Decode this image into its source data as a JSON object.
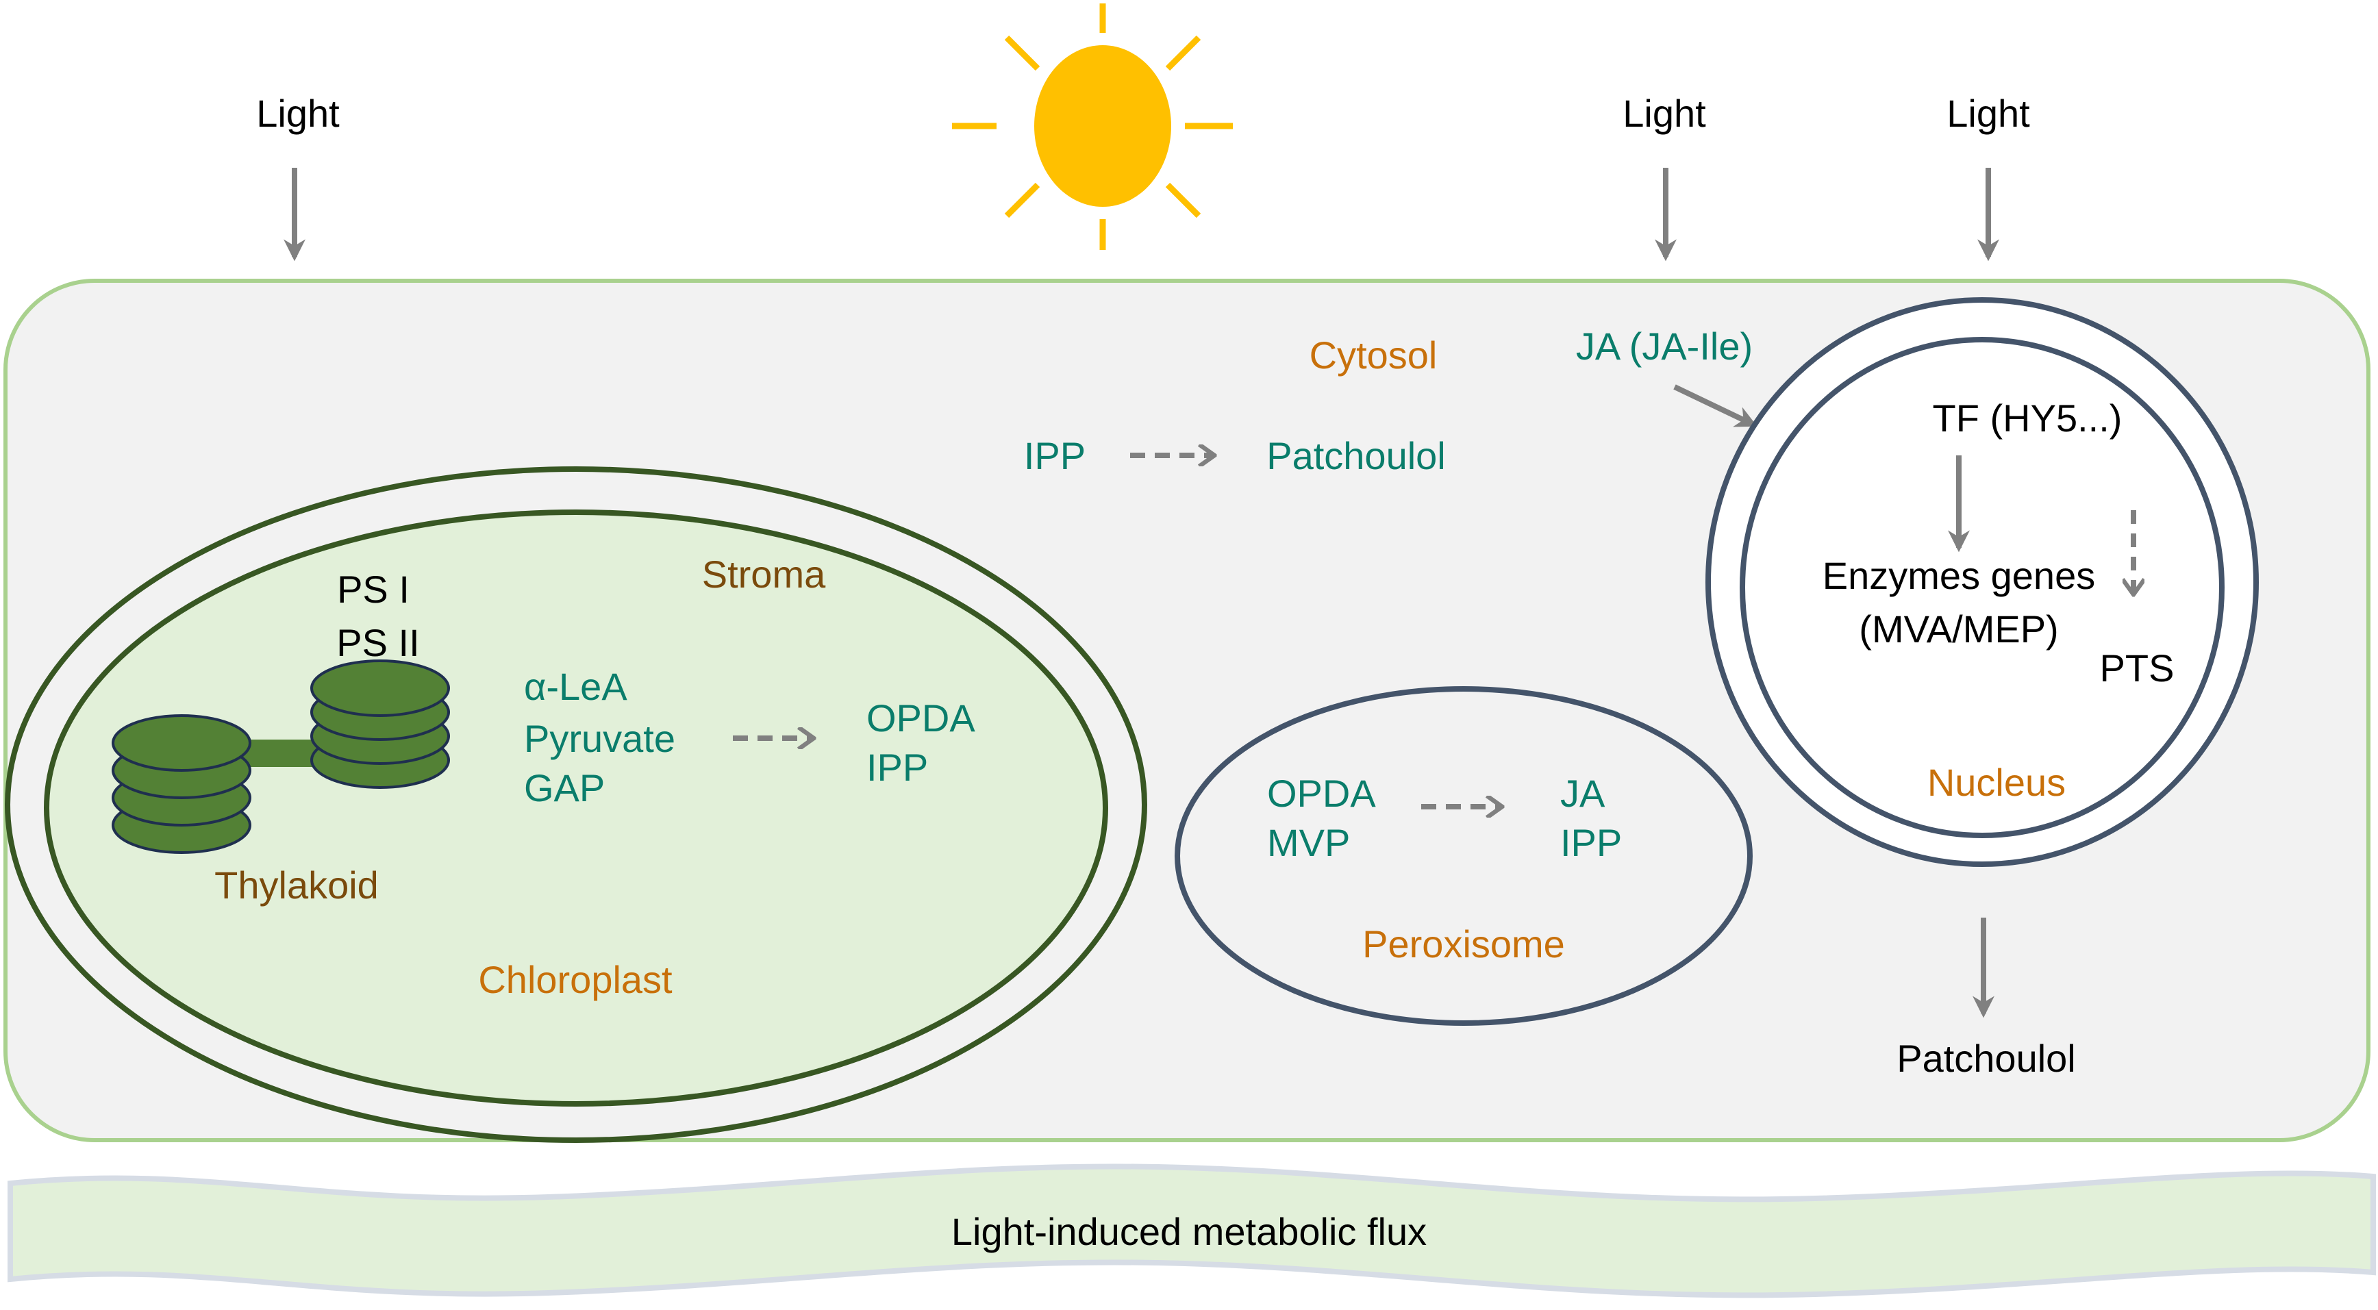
{
  "light_labels": [
    "Light",
    "Light",
    "Light"
  ],
  "compartments": {
    "cytosol": "Cytosol",
    "chloroplast": "Chloroplast",
    "stroma": "Stroma",
    "thylakoid": "Thylakoid",
    "peroxisome": "Peroxisome",
    "nucleus": "Nucleus"
  },
  "chloroplast": {
    "photosystems": [
      "PS I",
      "PS II"
    ],
    "substrates": [
      "α-LeA",
      "Pyruvate",
      "GAP"
    ],
    "products": [
      "OPDA",
      "IPP"
    ]
  },
  "cytosol": {
    "substrate": "IPP",
    "product": "Patchoulol",
    "signal": "JA (JA-Ile)"
  },
  "peroxisome": {
    "substrates": [
      "OPDA",
      "MVP"
    ],
    "products": [
      "JA",
      "IPP"
    ]
  },
  "nucleus": {
    "tf": "TF (HY5...)",
    "genes_line1": "Enzymes genes",
    "genes_line2": "(MVA/MEP)",
    "pts": "PTS"
  },
  "output": "Patchoulol",
  "banner": "Light-induced metabolic flux",
  "colors": {
    "sun": "#FFC000",
    "cell_border": "#A9D18E",
    "cell_fill": "#F2F2F2",
    "chloroplast_border": "#385723",
    "chloroplast_fill": "#E2F0D9",
    "thylakoid": "#538135",
    "organelle_border": "#44546A",
    "arrow": "#808080",
    "metabolite": "#0A7D6B",
    "compartment_label": "#C8700A"
  }
}
